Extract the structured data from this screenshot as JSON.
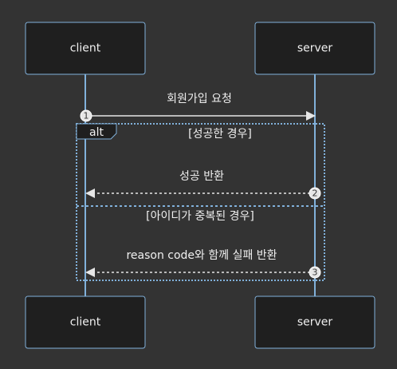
{
  "actors": {
    "client": "client",
    "server": "server"
  },
  "messages": [
    {
      "seq": "1",
      "text": "회원가입 요청",
      "from": "client",
      "to": "server",
      "style": "solid"
    },
    {
      "seq": "2",
      "text": "성공 반환",
      "from": "server",
      "to": "client",
      "style": "dashed"
    },
    {
      "seq": "3",
      "text": "reason code와 함께 실패 반환",
      "from": "server",
      "to": "client",
      "style": "dashed"
    }
  ],
  "alt_frame": {
    "label": "alt",
    "conditions": [
      "[성공한 경우]",
      "[아이디가 중복된 경우]"
    ]
  },
  "colors": {
    "background": "#333333",
    "actor_fill": "#1f1f1f",
    "actor_stroke": "#81b1db",
    "lifeline": "#81b1db",
    "message_line": "#e6e6e6",
    "text": "#f0f0f0"
  }
}
